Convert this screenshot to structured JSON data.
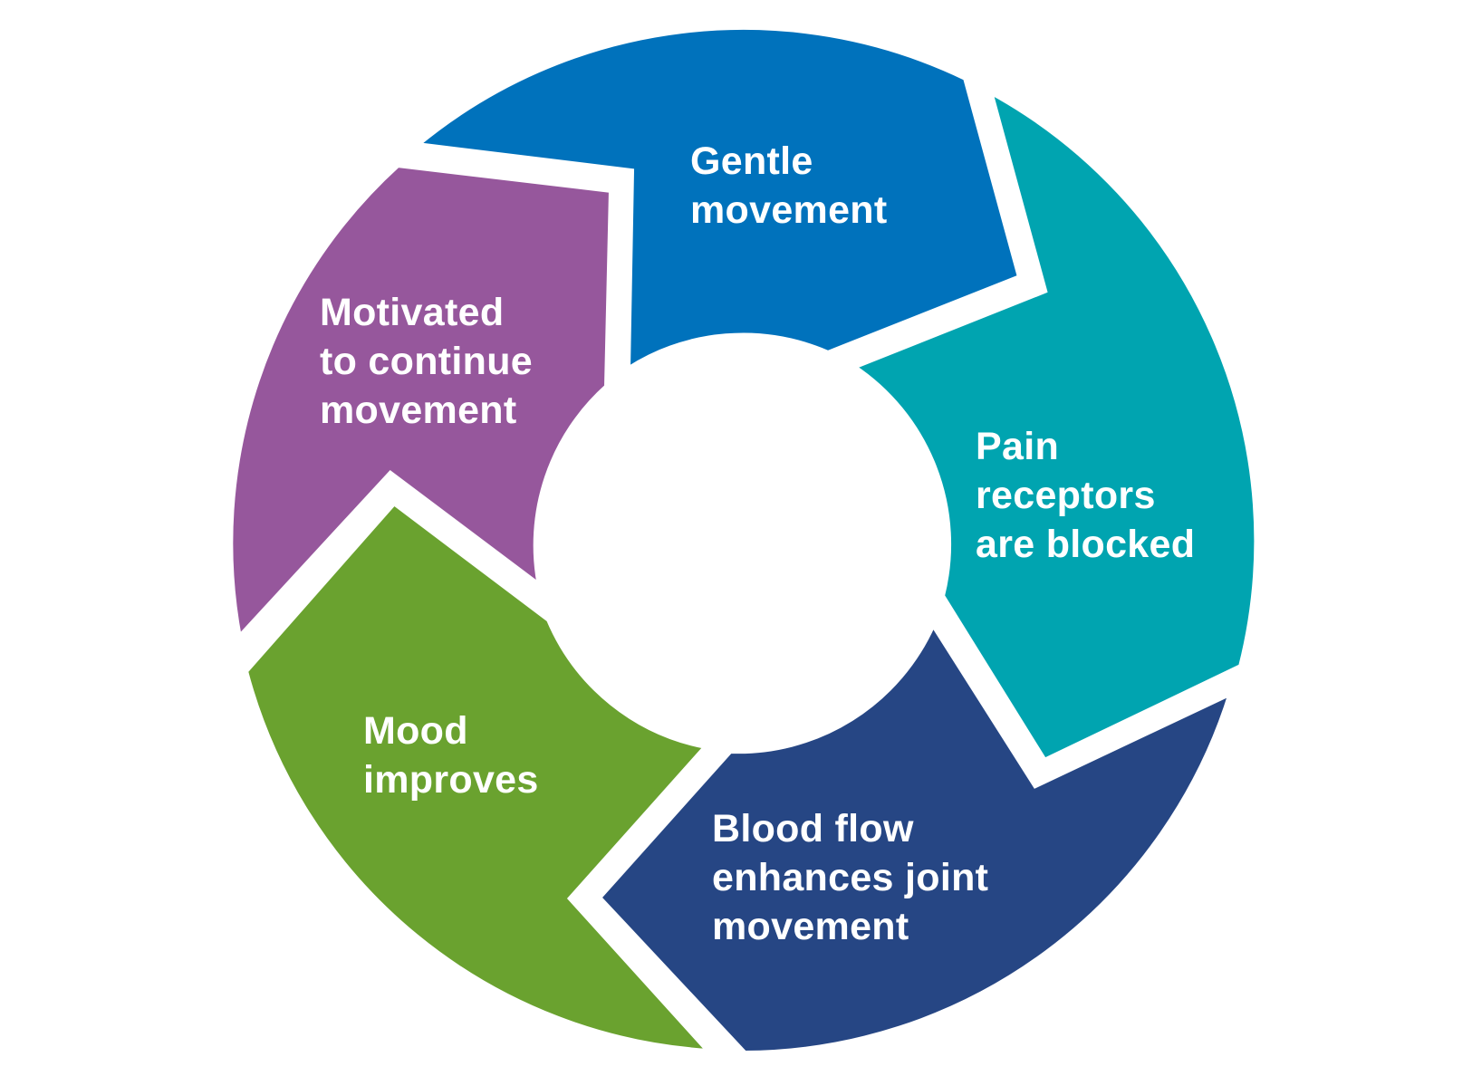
{
  "diagram": {
    "type": "cycle",
    "steps": [
      {
        "lines": [
          "Gentle",
          "movement"
        ],
        "color": "#0072BC"
      },
      {
        "lines": [
          "Pain",
          "receptors",
          "are blocked"
        ],
        "color": "#00A4B0"
      },
      {
        "lines": [
          "Blood flow",
          "enhances joint",
          "movement"
        ],
        "color": "#264684"
      },
      {
        "lines": [
          "Mood",
          "improves"
        ],
        "color": "#6AA22F"
      },
      {
        "lines": [
          "Motivated",
          "to continue",
          "movement"
        ],
        "color": "#96579C"
      }
    ]
  }
}
